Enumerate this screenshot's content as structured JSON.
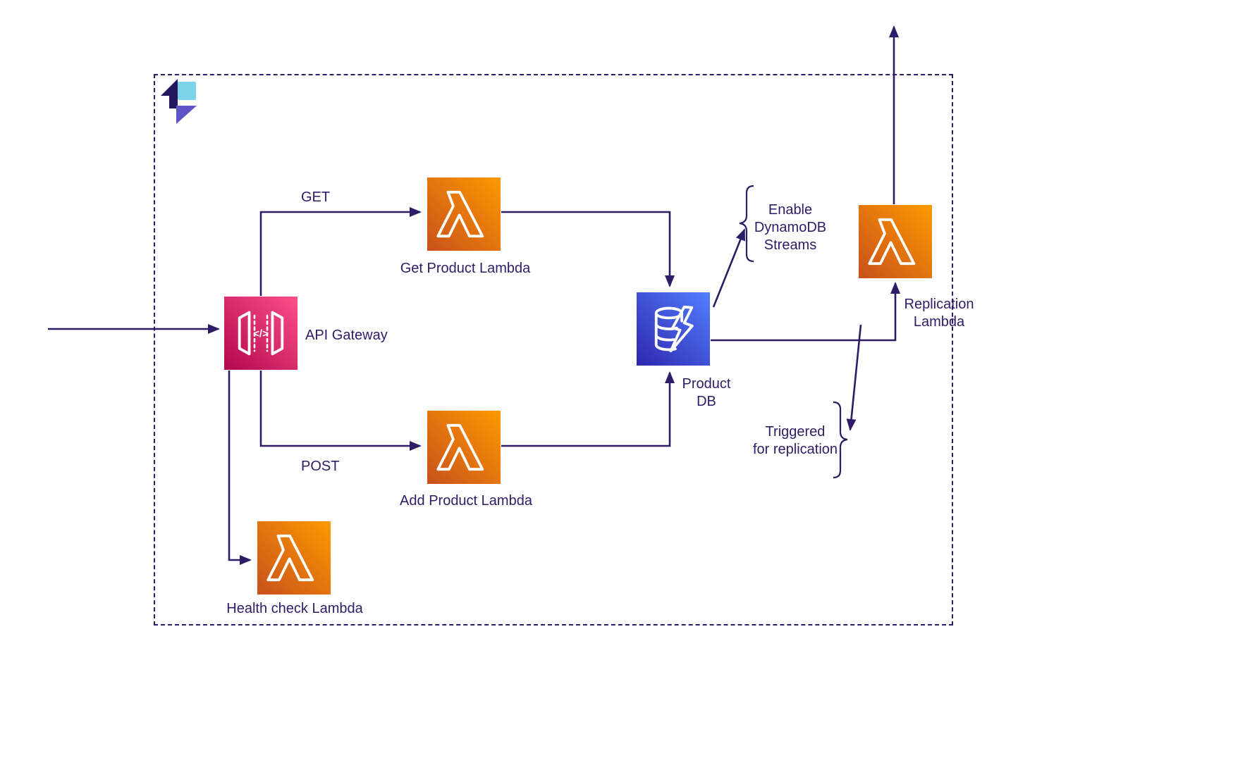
{
  "colors": {
    "line": "#2e1c66",
    "text": "#2e1c66",
    "lambda_grad_start": "#c8511b",
    "lambda_grad_end": "#ff9900",
    "apigw_grad_start": "#b0084d",
    "apigw_grad_end": "#ff4f8b",
    "db_grad_start": "#2e27ad",
    "db_grad_end": "#527fff",
    "logo_dark": "#241760",
    "logo_cyan": "#7cd4e8",
    "logo_violet": "#5f54c7"
  },
  "nodes": {
    "api_gateway": {
      "label": "API Gateway",
      "icon": "api-gateway-icon"
    },
    "get_product_lambda": {
      "label": "Get Product Lambda",
      "icon": "lambda-icon"
    },
    "add_product_lambda": {
      "label": "Add Product Lambda",
      "icon": "lambda-icon"
    },
    "health_check_lambda": {
      "label": "Health check Lambda",
      "icon": "lambda-icon"
    },
    "product_db": {
      "label_lines": [
        "Product",
        "DB"
      ],
      "icon": "dynamodb-icon"
    },
    "replication_lambda": {
      "label_lines": [
        "Replication",
        "Lambda"
      ],
      "icon": "lambda-icon"
    }
  },
  "edges": {
    "get_label": "GET",
    "post_label": "POST"
  },
  "annotations": {
    "enable_streams": {
      "lines": [
        "Enable",
        "DynamoDB",
        "Streams"
      ]
    },
    "triggered_replication": {
      "lines": [
        "Triggered",
        "for replication"
      ]
    }
  },
  "icons": {
    "api_gateway_glyph": "</>",
    "logo": "diagram-logo"
  }
}
